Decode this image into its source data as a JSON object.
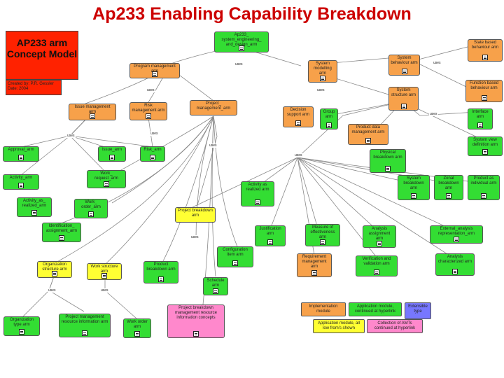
{
  "page": {
    "title": "Ap233 Enabling Capability Breakdown",
    "concept_model": "AP233 arm Concept Model",
    "created_by": "Created by: P.R. Gessler",
    "created_date": "Date: 2004",
    "uses_label": "uses"
  },
  "nodes": {
    "system_engineering": "Ap233_ system_engineering_ and_design_arm",
    "state_based": "State based behaviour arm",
    "function_based": "Function based behaviour arm",
    "program_management": "Program management arm",
    "system_modelling": "System modelling arm",
    "system_behaviour": "System behaviour arm",
    "issue": "Issue management arm",
    "risk": "Risk management arm",
    "project_management": "Project_ management_arm",
    "system_structure": "System structure arm",
    "decision_support": "Decision support arm",
    "group": "Group arm",
    "interface": "Interface arm",
    "product_data": "Product data management arm",
    "system_view": "System view definition arm",
    "approval": "Approval_arm",
    "issue2": "Issue_arm",
    "risk2": "Risk_arm",
    "physical_breakdown": "Physical breakdown arm",
    "activity": "Activity_arm",
    "work_request": "Work_ request_arm",
    "activity_as_realized": "Activity as realized arm",
    "system_breakdown": "System breakdown arm",
    "zonal_breakdown": "Zonal breakdown arm",
    "product_as_individual": "Product as individual arm",
    "activity_as_realized2": "Activity_as_ realized_arm",
    "work_order": "Work_ order_arm",
    "project_breakdown": "Project breakdown arm",
    "identification_assignment": "Identification_ assignment_arm",
    "justification": "Justification arm",
    "measure_effectiveness": "Measure of effectiveness arm",
    "analysis_assignment": "Analysis assignment arm",
    "external_analysis": "External_analysis representation_arm",
    "configuration_item": "Configuration item arm",
    "organization_structure": "Organization structure arm",
    "work_structure": "Work structure arm",
    "product_breakdown": "Product breakdown arm",
    "requirement_management": "Requirement management arm",
    "verification_validation": "Verification and validation arm",
    "analysis_characterized": "Analysis characterized arm",
    "schedule": "Schedule arm",
    "organization_type": "Organization type arm",
    "project_management_resource": "Project management resource information arm",
    "work_order2": "Work order arm",
    "project_breakdown_resource": "Project breakdown management resource information concepts"
  },
  "legend": {
    "implementation": "Implementation module",
    "application_module_hyperlink": "Application module, continued at hyperlink",
    "extensible_type": "Extensible type",
    "application_module_all_shown": "Application module, all low from's shown",
    "collection_of_amts": "Collection of AMTs continued at hyperlink"
  },
  "colors": {
    "title": "#cc0000",
    "green": "#33dd33",
    "orange": "#f7a14a",
    "yellow": "#ffff33",
    "pink": "#ff88cc",
    "red": "#ff2200",
    "blue": "#7777ff"
  }
}
